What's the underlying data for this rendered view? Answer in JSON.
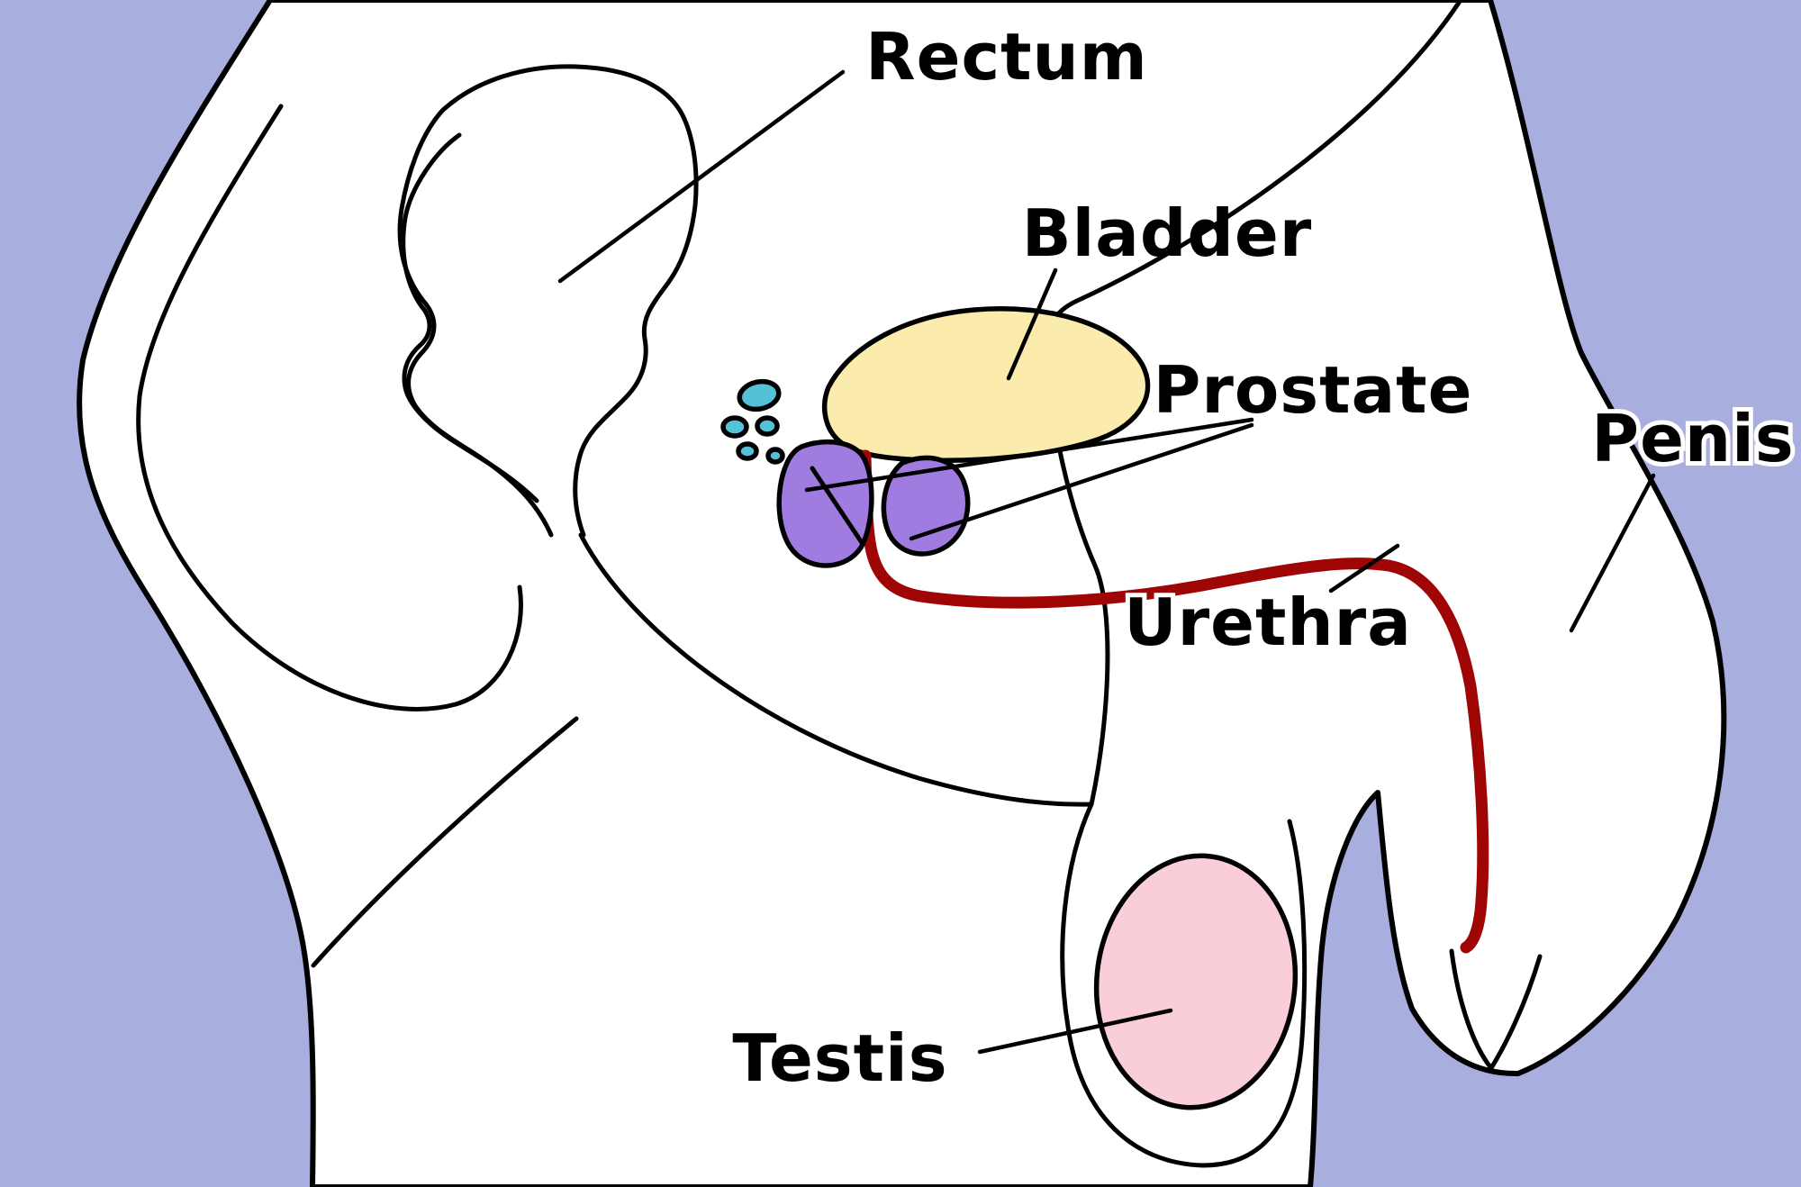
{
  "diagram": {
    "labels": {
      "rectum": "Rectum",
      "bladder": "Bladder",
      "prostate": "Prostate",
      "penis": "Penis",
      "urethra": "Urethra",
      "testis": "Testis"
    },
    "colors": {
      "background": "#a8aede",
      "body_fill": "#ffffff",
      "outline": "#000000",
      "bladder_fill": "#fbecae",
      "prostate_fill": "#a07ce0",
      "testis_fill": "#f9ced8",
      "seminal_vesicle_fill": "#55c1d9",
      "urethra_stroke": "#a00505"
    }
  }
}
